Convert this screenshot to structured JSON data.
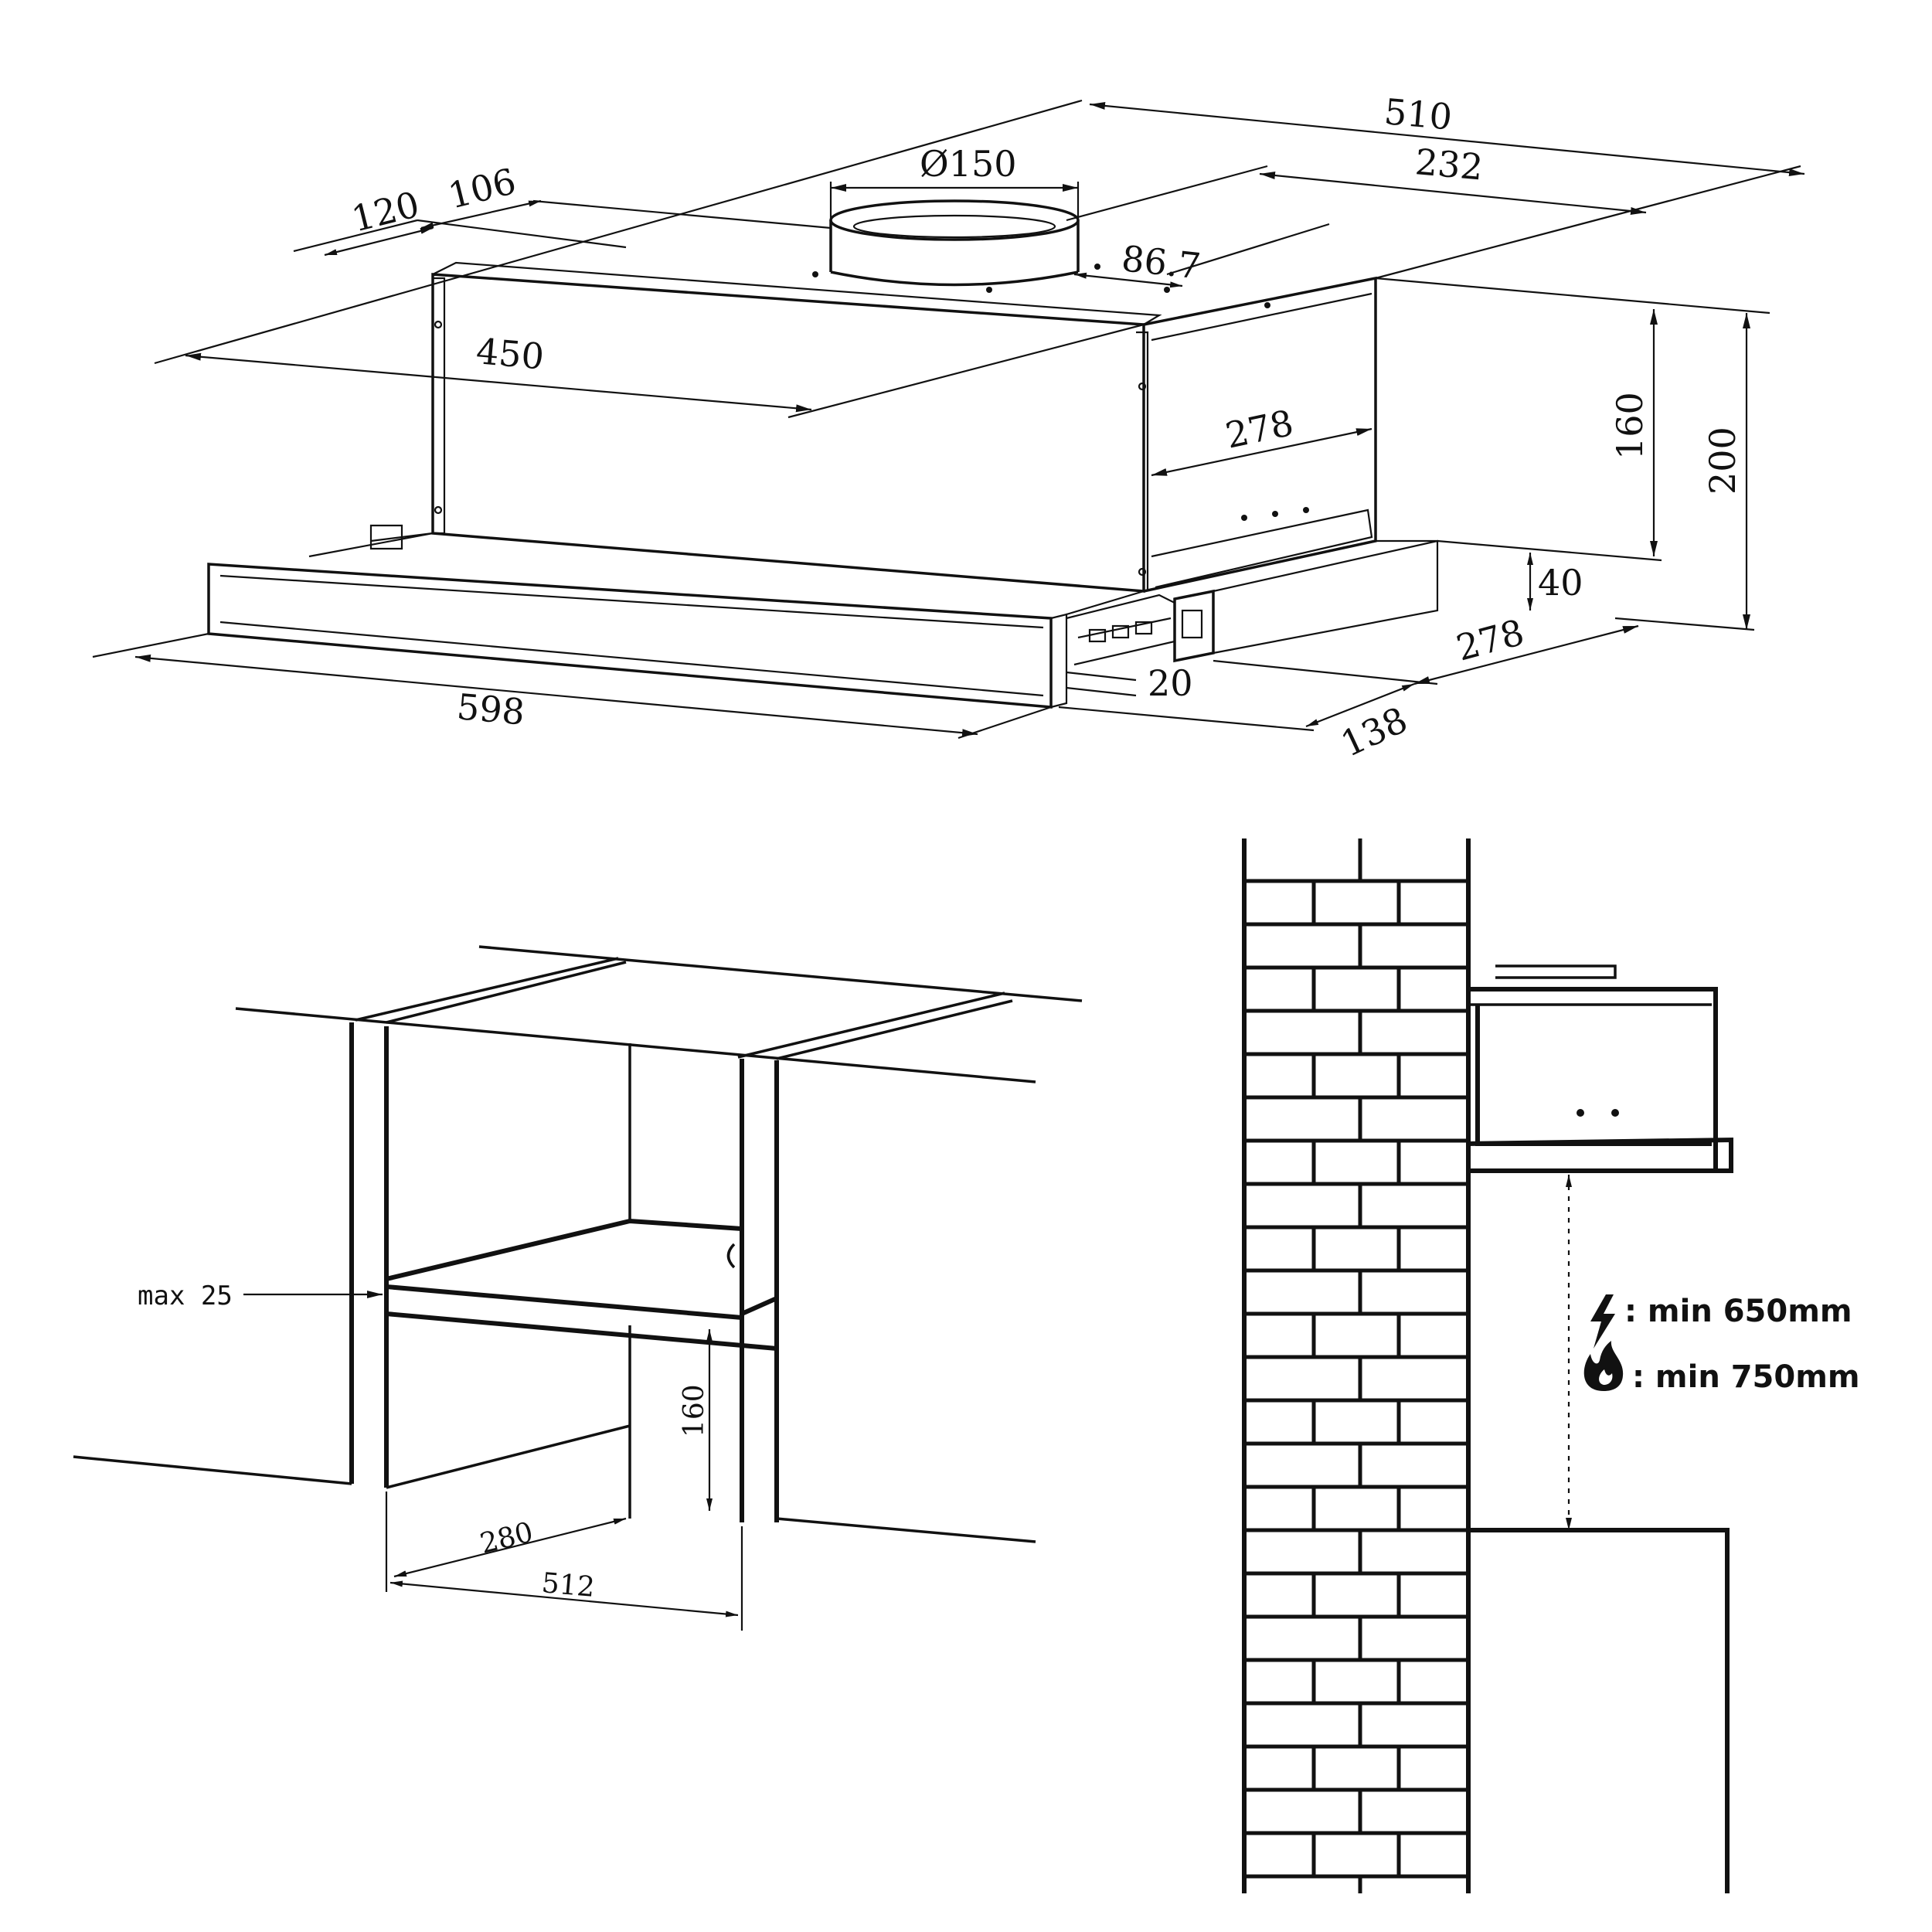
{
  "hood_dimensions": {
    "width_total": "510",
    "duct_offset": "232",
    "duct_diameter": "Ø150",
    "offset_120": "120",
    "offset_106": "106",
    "offset_86": "86.7",
    "depth_450": "450",
    "side_278": "278",
    "height_160": "160",
    "height_200": "200",
    "front_40": "40",
    "depth_278": "278",
    "front_20": "20",
    "width_598": "598",
    "offset_138": "138"
  },
  "cabinet": {
    "max_label": "max 25",
    "height_160": "160",
    "depth_280": "280",
    "width_512": "512"
  },
  "clearance": {
    "electric_label": ": min 650mm",
    "gas_label": ": min 750mm",
    "electric_icon": "lightning-icon",
    "gas_icon": "flame-icon"
  }
}
